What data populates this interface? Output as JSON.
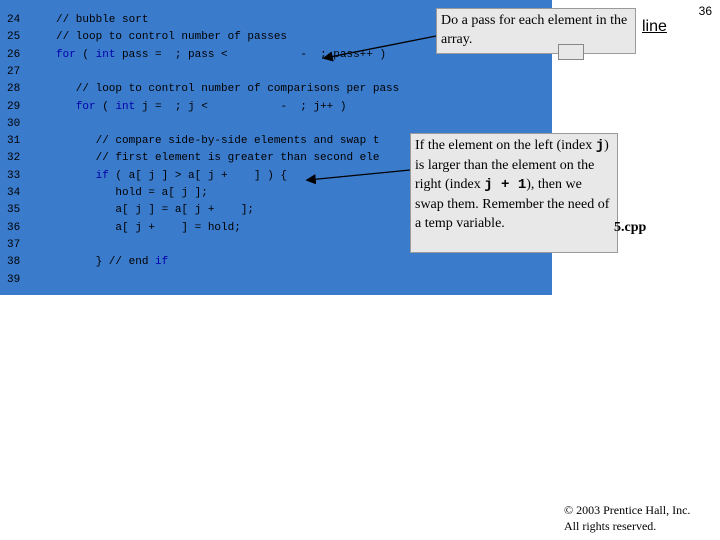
{
  "slide": {
    "number": "36",
    "outline_label": "line",
    "filename_suffix": "5.cpp",
    "copyright_line1": "© 2003 Prentice Hall, Inc.",
    "copyright_line2": "All rights reserved."
  },
  "line_numbers": [
    "24",
    "25",
    "26",
    "27",
    "28",
    "29",
    "30",
    "31",
    "32",
    "33",
    "34",
    "35",
    "36",
    "37",
    "38",
    "39"
  ],
  "code": [
    "// bubble sort",
    "// loop to control number of passes",
    "for ( int pass =  ; pass <           -  ; pass++ )",
    "",
    "   // loop to control number of comparisons per pass",
    "   for ( int j =  ; j <           -  ; j++ )",
    "",
    "      // compare side-by-side elements and swap t",
    "      // first element is greater than second ele",
    "      if ( a[ j ] > a[ j +    ] ) {",
    "         hold = a[ j ];",
    "         a[ j ] = a[ j +    ];",
    "         a[ j +    ] = hold;",
    "",
    "      } // end if",
    ""
  ],
  "callout_top": {
    "text": "Do a pass for each element in the array."
  },
  "callout_mid": {
    "part1": "If the element on the left (index ",
    "code1": "j",
    "part2": ") is larger than the element on the right (index ",
    "code2": "j + 1",
    "part3": "), then we swap them. Remember the need of a temp variable."
  },
  "colors": {
    "code_background": "#3b7bcc",
    "callout_background": "#e8e8e8"
  }
}
